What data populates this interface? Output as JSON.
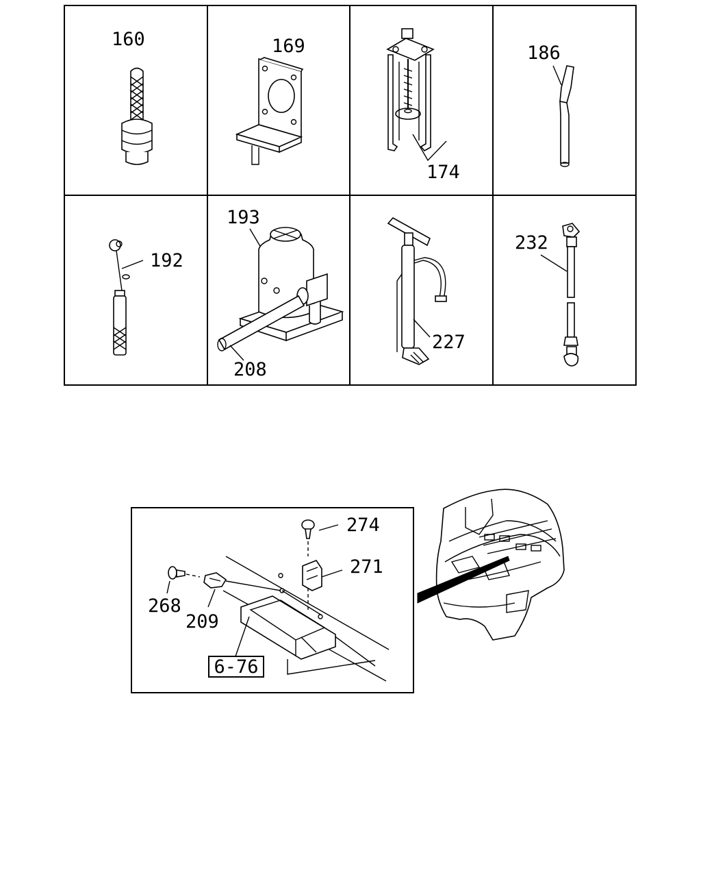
{
  "tool_grid": {
    "cells": [
      {
        "part_number": "160",
        "icon": "pin-tool-icon"
      },
      {
        "part_number": "169",
        "icon": "bracket-icon"
      },
      {
        "part_number": "174",
        "icon": "puller-icon"
      },
      {
        "part_number": "186",
        "icon": "pry-bar-icon"
      },
      {
        "part_number": "192",
        "icon": "gauge-tool-icon"
      },
      {
        "part_number": "193",
        "icon": "bottle-jack-icon",
        "extra_part_number": "208"
      },
      {
        "part_number": "227",
        "icon": "hand-pump-icon"
      },
      {
        "part_number": "232",
        "icon": "wrench-handle-icon"
      }
    ]
  },
  "detail_view": {
    "callouts": {
      "bolt": "274",
      "clip": "271",
      "grommet": "268",
      "holder": "209"
    },
    "reference_box": "6-76"
  },
  "vehicle_overview": {
    "icon": "vehicle-cab-icon"
  }
}
